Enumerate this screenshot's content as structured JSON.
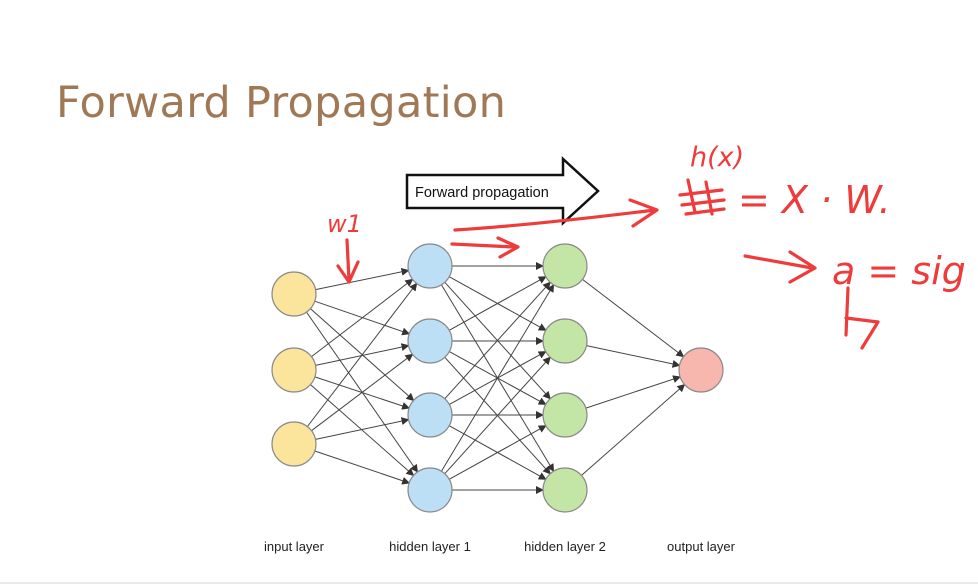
{
  "slide": {
    "title": "Forward Propagation"
  },
  "diagram": {
    "arrow_label": "Forward propagation",
    "layers": [
      {
        "label": "input layer",
        "color": "#fbe49b",
        "stroke": "#8a8a8a",
        "nodes": 3
      },
      {
        "label": "hidden layer 1",
        "color": "#bcdff5",
        "stroke": "#8a8a8a",
        "nodes": 4
      },
      {
        "label": "hidden layer 2",
        "color": "#c3e6a6",
        "stroke": "#8a8a8a",
        "nodes": 4
      },
      {
        "label": "output layer",
        "color": "#f7b6ae",
        "stroke": "#8a8a8a",
        "nodes": 1
      }
    ]
  },
  "annotations": {
    "ink_color": "#ee3b3b",
    "weight_label": "w1",
    "hx_label": "h(x)",
    "equation_rhs": "= X · W.",
    "activation_label": "a = sig"
  }
}
